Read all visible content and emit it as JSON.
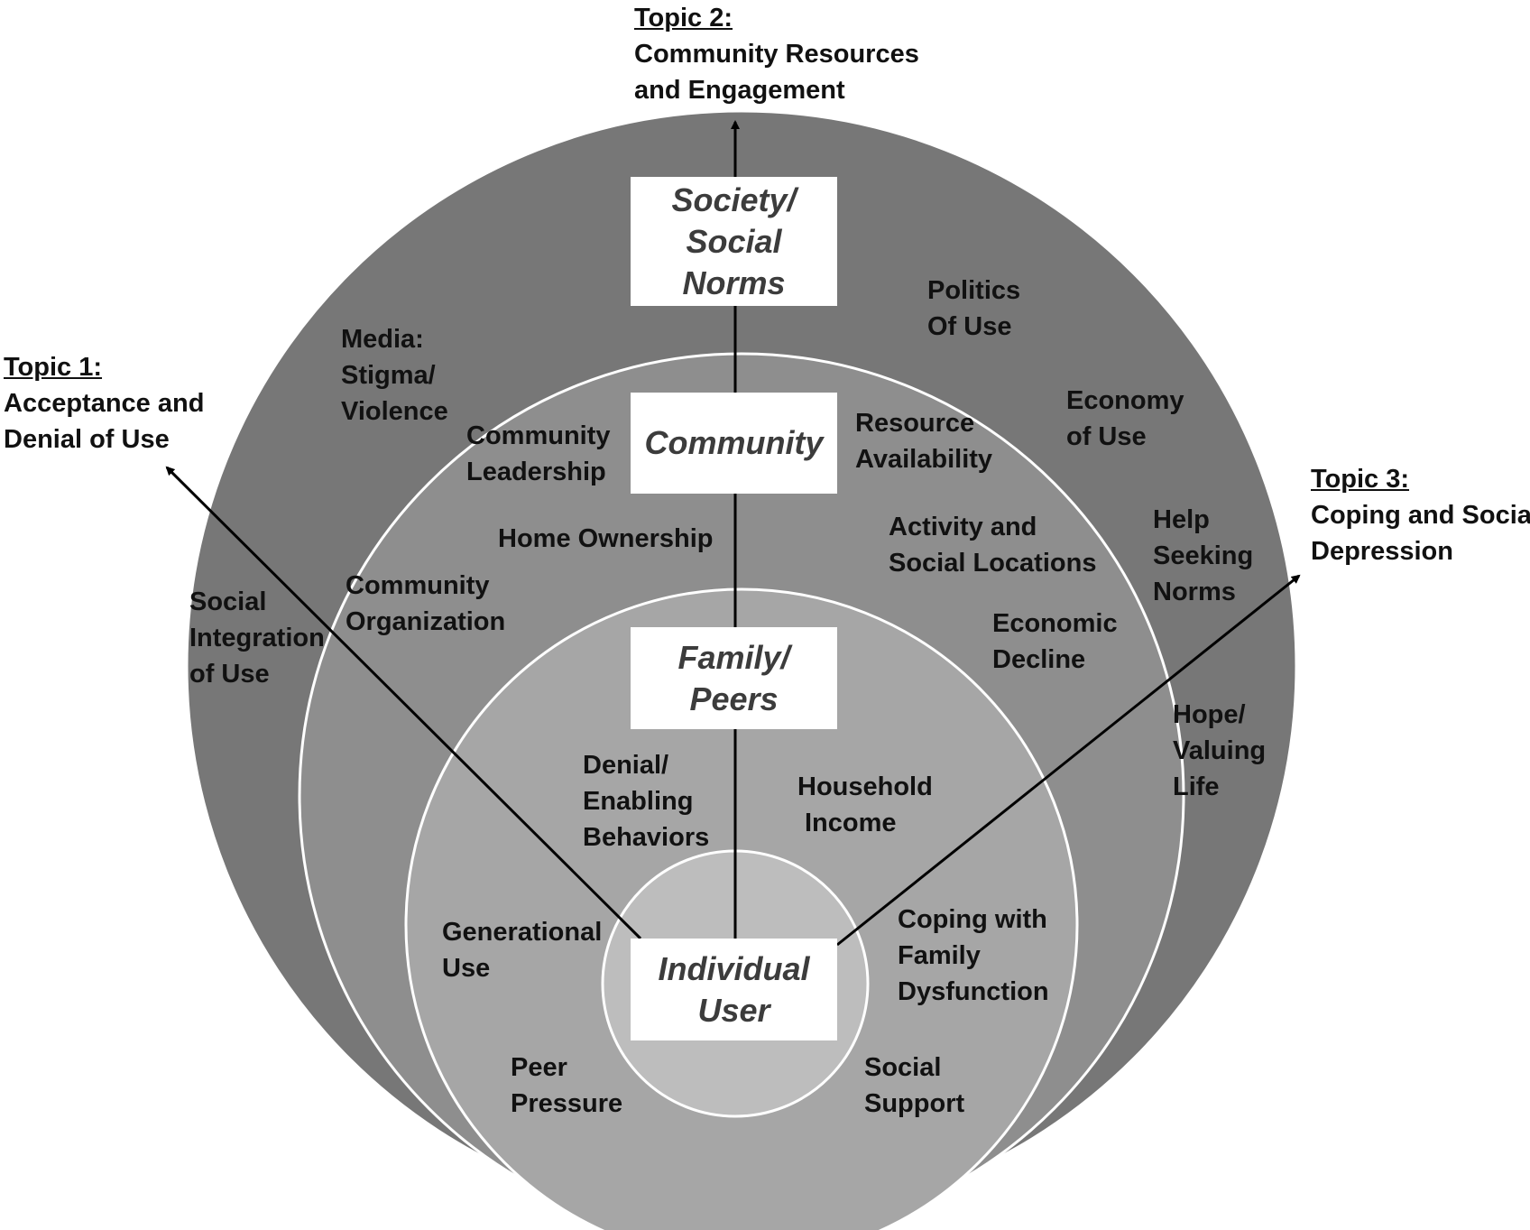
{
  "colors": {
    "society_ring": "#777777",
    "community_ring": "#8e8e8e",
    "family_ring": "#a6a6a6",
    "individual_core": "#bdbdbd",
    "ring_border": "#ffffff",
    "arrow": "#000000"
  },
  "topics": {
    "topic1": {
      "head": "Topic 1:",
      "lines": [
        "Acceptance and",
        "Denial of Use"
      ]
    },
    "topic2": {
      "head": "Topic 2:",
      "lines": [
        "Community Resources",
        "and Engagement"
      ]
    },
    "topic3": {
      "head": "Topic 3:",
      "lines": [
        "Coping and Social",
        "Depression"
      ]
    }
  },
  "levels": {
    "society": [
      "Society/",
      "Social",
      "Norms"
    ],
    "community": [
      "Community"
    ],
    "family": [
      "Family/",
      "Peers"
    ],
    "individual": [
      "Individual",
      "User"
    ]
  },
  "society_factors": {
    "media": [
      "Media:",
      "Stigma/",
      "Violence"
    ],
    "politics": [
      "Politics",
      "Of Use"
    ],
    "economy": [
      "Economy",
      "of Use"
    ],
    "help_seeking": [
      "Help",
      "Seeking",
      "Norms"
    ],
    "social_integration": [
      "Social",
      "Integration",
      "of Use"
    ],
    "hope": [
      "Hope/",
      "Valuing",
      "Life"
    ]
  },
  "community_factors": {
    "leadership": [
      "Community",
      "Leadership"
    ],
    "resource": [
      "Resource",
      "Availability"
    ],
    "home": [
      "Home Ownership"
    ],
    "activity": [
      "Activity and",
      "Social Locations"
    ],
    "organization": [
      "Community",
      "Organization"
    ],
    "economic_decline": [
      "Economic",
      "Decline"
    ]
  },
  "family_factors": {
    "denial": [
      "Denial/",
      "Enabling",
      "Behaviors"
    ],
    "household": [
      "Household",
      "Income"
    ],
    "generational": [
      "Generational",
      "Use"
    ],
    "coping": [
      "Coping with",
      "Family",
      "Dysfunction"
    ],
    "peer": [
      "Peer",
      "Pressure"
    ],
    "social_support": [
      "Social",
      "Support"
    ]
  }
}
